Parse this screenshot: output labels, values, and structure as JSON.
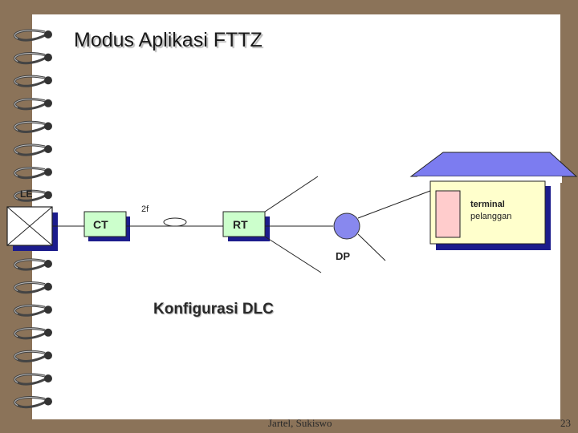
{
  "slide": {
    "title": "Modus Aplikasi FTTZ",
    "footer": "Jartel, Sukiswo",
    "page_number": "23"
  },
  "diagram": {
    "le_label": "LE",
    "ct_label": "CT",
    "rt_label": "RT",
    "fiber_label": "2f",
    "dp_label": "DP",
    "terminal_line1": "terminal",
    "terminal_line2": "pelanggan",
    "caption": "Konfigurasi DLC"
  },
  "colors": {
    "page_border": "#8b7359",
    "box_green": "#ccffcc",
    "box_shadow": "#1c1c8c",
    "house_roof": "#7c7cf0",
    "dp_circle": "#8888ee",
    "terminal_fill": "#ffffcc",
    "terminal_inner": "#ffcccc"
  }
}
